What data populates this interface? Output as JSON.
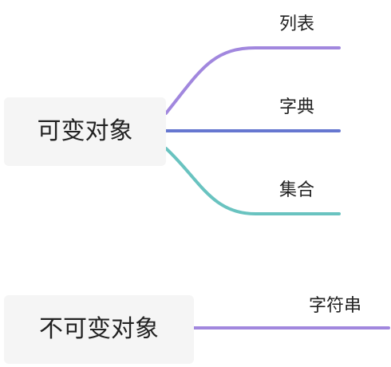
{
  "mindmap": {
    "roots": [
      {
        "label": "可变对象",
        "children": [
          {
            "label": "列表",
            "color": "#a187de"
          },
          {
            "label": "字典",
            "color": "#6677d0"
          },
          {
            "label": "集合",
            "color": "#69c3c0"
          }
        ]
      },
      {
        "label": "不可变对象",
        "children": [
          {
            "label": "字符串",
            "color": "#a187de"
          }
        ]
      }
    ]
  }
}
